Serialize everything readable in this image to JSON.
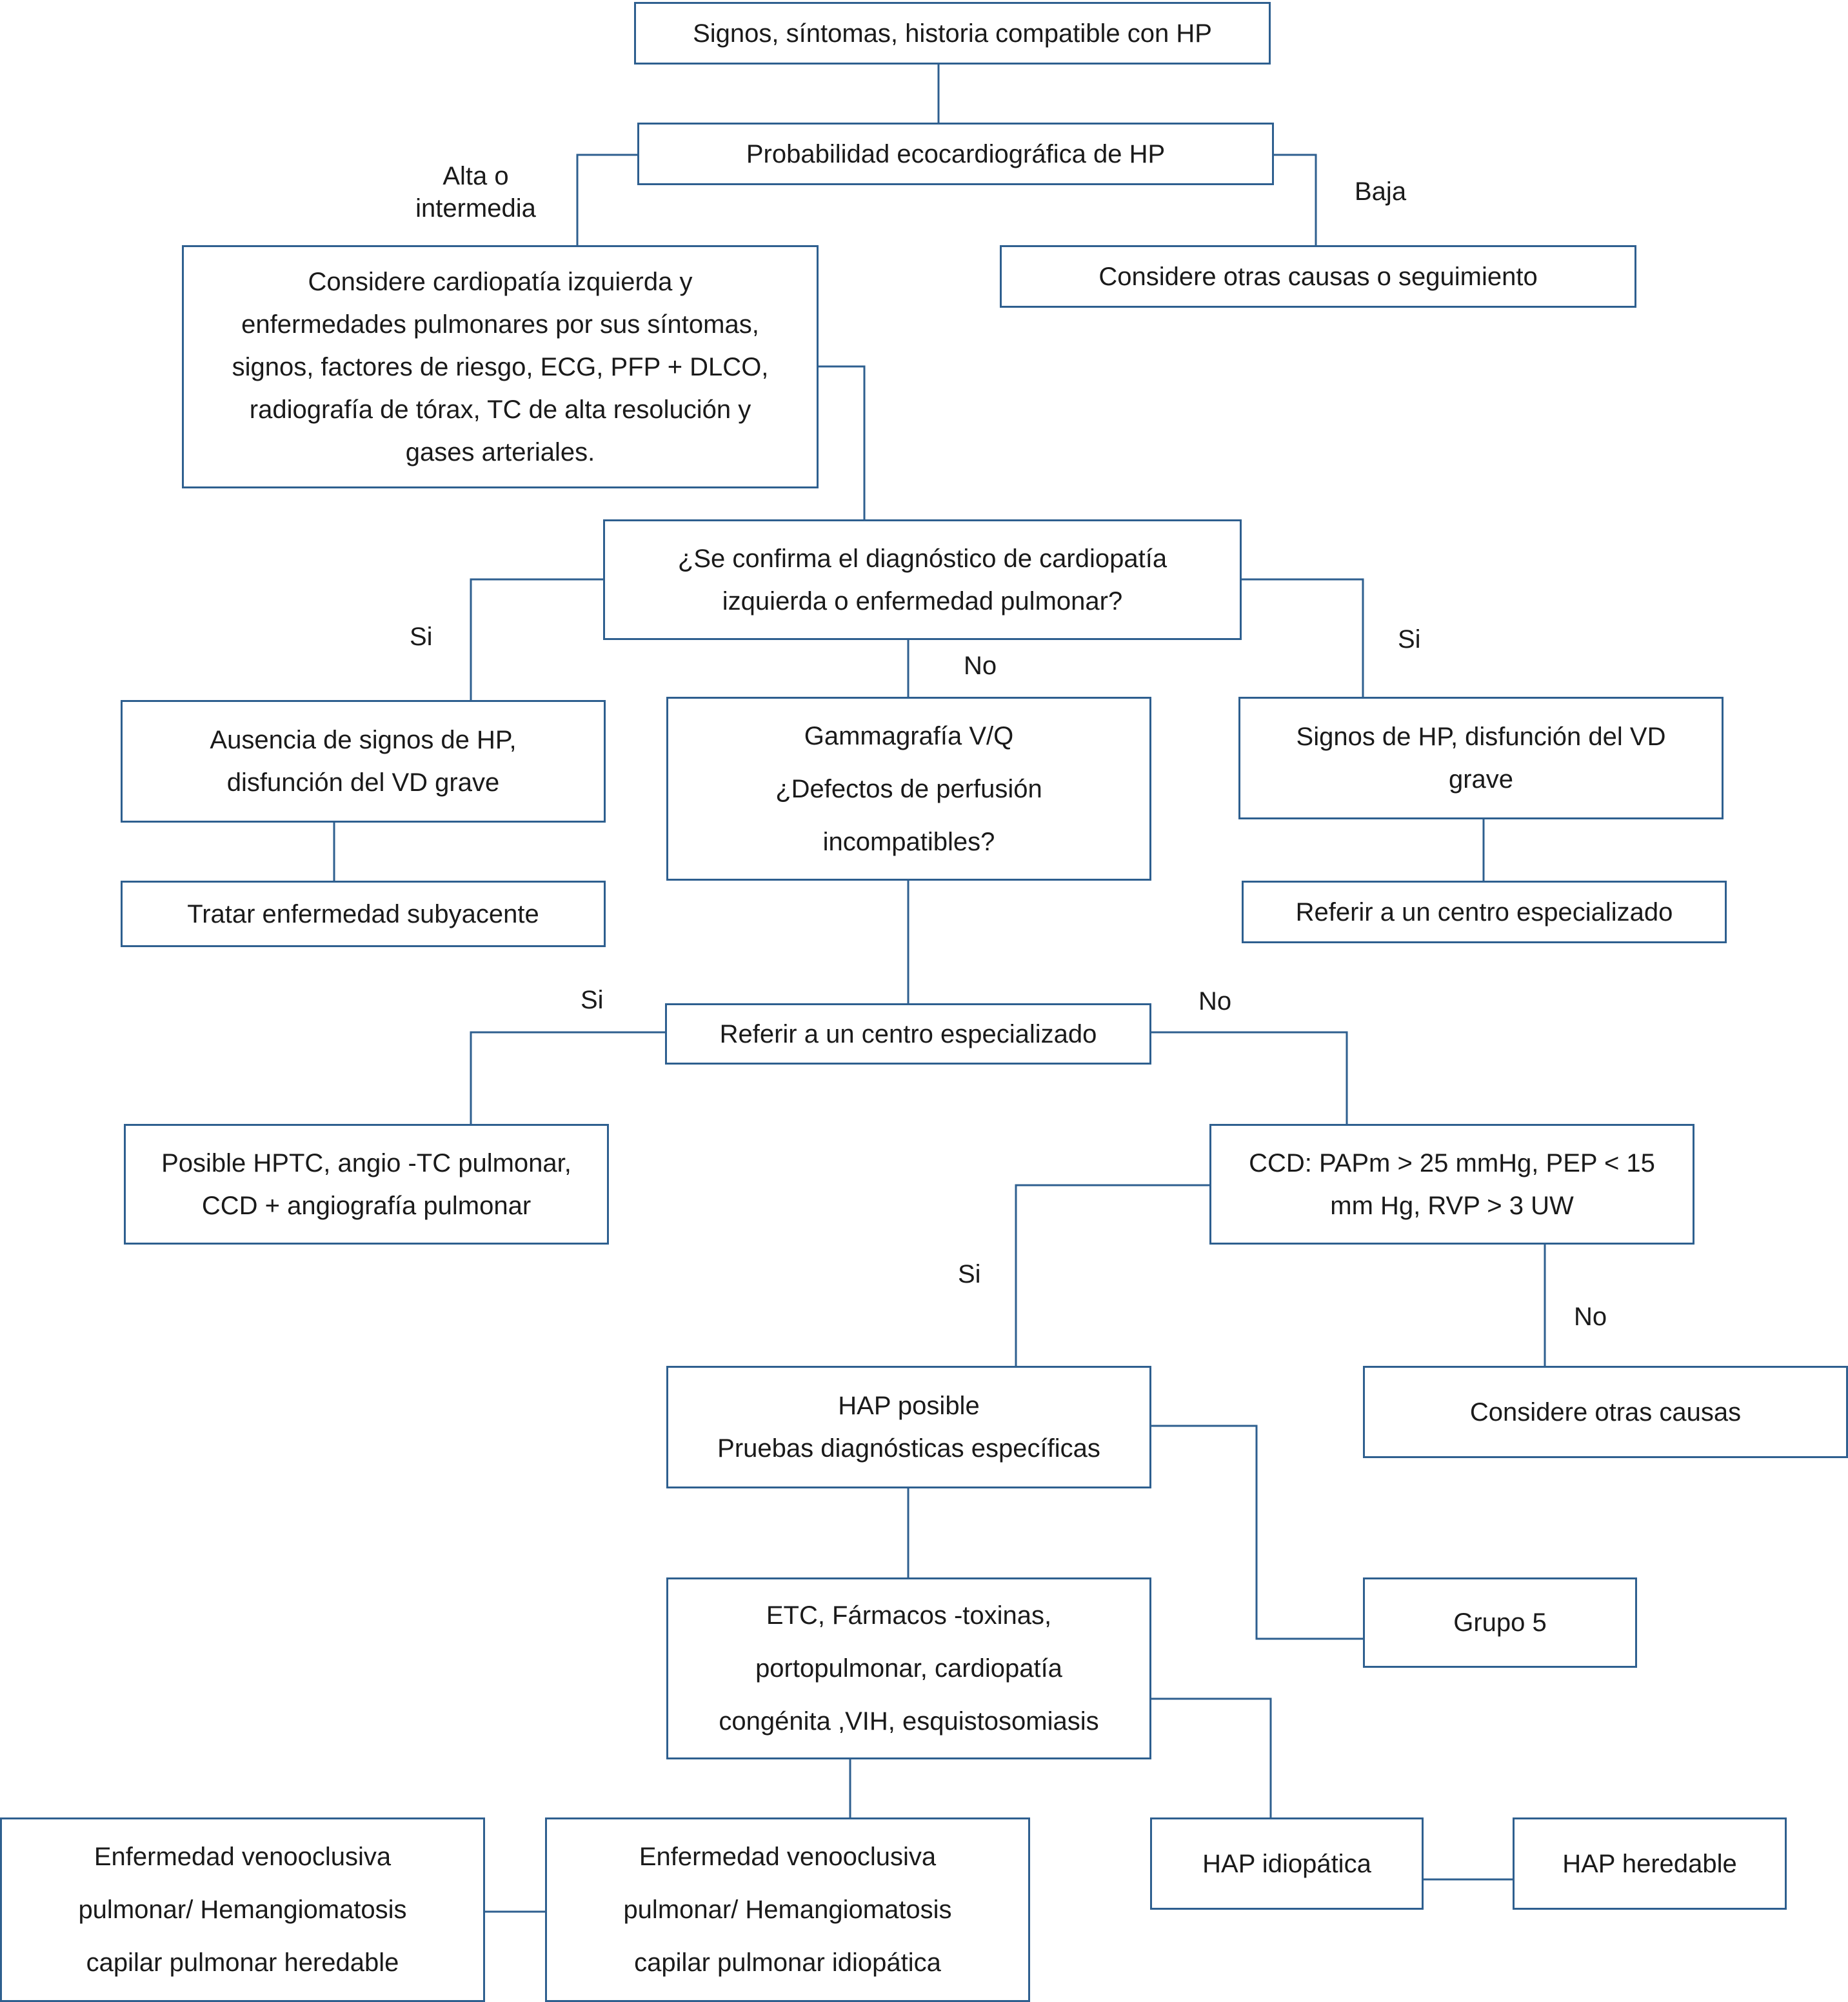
{
  "nodes": {
    "signs": {
      "lines": [
        "Signos, síntomas, historia compatible con HP"
      ]
    },
    "echo_prob": {
      "lines": [
        "Probabilidad ecocardiográfica de HP"
      ]
    },
    "consider_left": {
      "lines": [
        "Considere cardiopatía izquierda y",
        "enfermedades pulmonares por sus síntomas,",
        "signos, factores de riesgo, ECG, PFP + DLCO,",
        "radiografía de tórax, TC de alta resolución y",
        "gases arteriales."
      ]
    },
    "other_causes_followup": {
      "lines": [
        "Considere otras causas o seguimiento"
      ]
    },
    "confirm_dx": {
      "lines": [
        "¿Se confirma el diagnóstico de cardiopatía",
        "izquierda o enfermedad pulmonar?"
      ]
    },
    "absence_signs": {
      "lines": [
        "Ausencia de signos de HP,",
        "disfunción del VD grave"
      ]
    },
    "vq_scan": {
      "lines": [
        "Gammagrafía V/Q",
        "¿Defectos de perfusión",
        "incompatibles?"
      ]
    },
    "signs_hp_rv": {
      "lines": [
        "Signos de HP, disfunción del VD",
        "grave"
      ]
    },
    "treat_underlying": {
      "lines": [
        "Tratar enfermedad subyacente"
      ]
    },
    "refer_right": {
      "lines": [
        "Referir a un centro especializado"
      ]
    },
    "refer_center": {
      "lines": [
        "Referir a un centro especializado"
      ]
    },
    "hptc": {
      "lines": [
        "Posible HPTC, angio -TC pulmonar,",
        "CCD + angiografía pulmonar"
      ]
    },
    "ccd": {
      "lines": [
        "CCD: PAPm > 25 mmHg, PEP < 15",
        "mm Hg, RVP > 3 UW"
      ]
    },
    "hap_possible": {
      "lines": [
        "HAP posible",
        "Pruebas diagnósticas específicas"
      ]
    },
    "other_causes": {
      "lines": [
        "Considere otras causas"
      ]
    },
    "etc": {
      "lines": [
        "ETC, Fármacos -toxinas,",
        "portopulmonar, cardiopatía",
        "congénita ,VIH, esquistosomiasis"
      ]
    },
    "group5": {
      "lines": [
        "Grupo 5"
      ]
    },
    "evo_hereditary": {
      "lines": [
        "Enfermedad venooclusiva",
        "pulmonar/ Hemangiomatosis",
        "capilar pulmonar heredable"
      ]
    },
    "evo_idiopathic": {
      "lines": [
        "Enfermedad venooclusiva",
        "pulmonar/ Hemangiomatosis",
        "capilar pulmonar idiopática"
      ]
    },
    "hap_idiopathic": {
      "lines": [
        "HAP idiopática"
      ]
    },
    "hap_hereditary": {
      "lines": [
        "HAP heredable"
      ]
    }
  },
  "edge_labels": {
    "alta": [
      "Alta o",
      "intermedia"
    ],
    "baja": "Baja",
    "si_left": "Si",
    "si_right": "Si",
    "no_center": "No",
    "si_vq": "Si",
    "no_vq": "No",
    "si_ccd": "Si",
    "no_ccd": "No"
  },
  "colors": {
    "box_border": "#2e5f8f",
    "line": "#2e5f8f",
    "text": "#1a1a1a"
  }
}
